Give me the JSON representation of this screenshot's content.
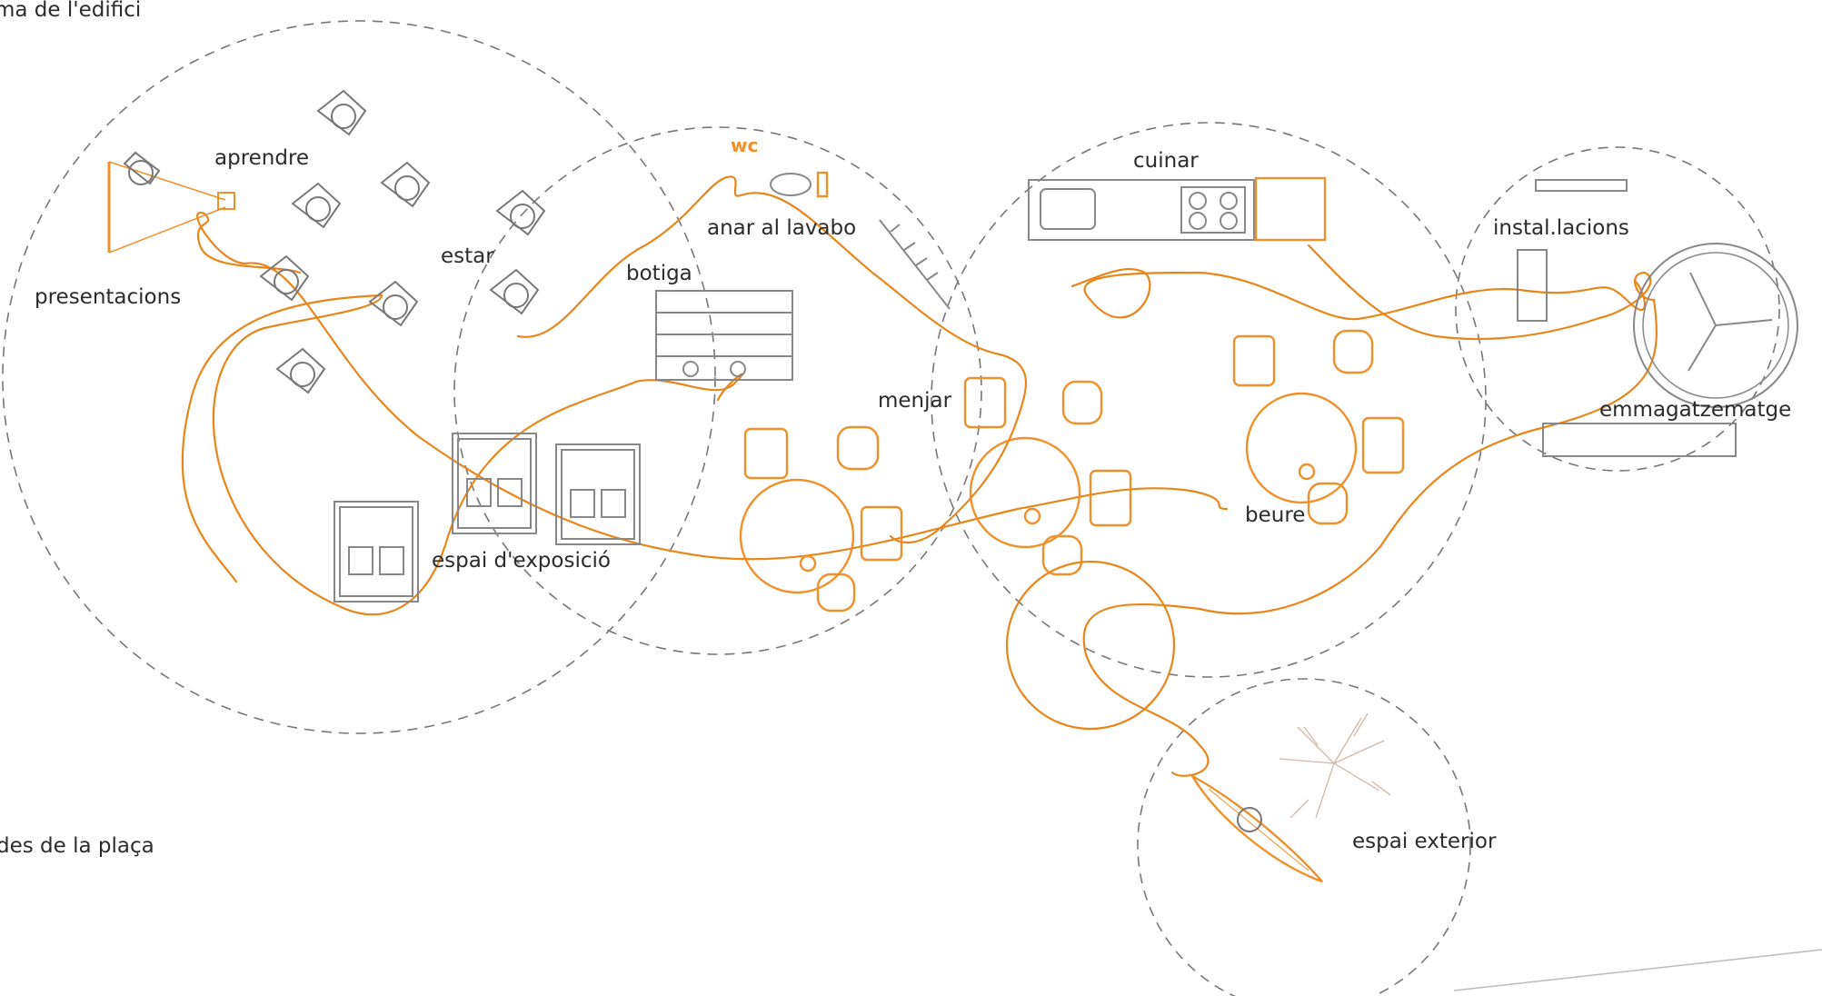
{
  "colors": {
    "accent": "#f0902a",
    "path": "#e8861c",
    "zone_outline": "#777777",
    "text": "#2b2b2b"
  },
  "top_caption": "ma de l'edifici",
  "bottom_caption": "des de la plaça",
  "labels": {
    "aprendre": "aprendre",
    "presentacions": "presentacions",
    "estar": "estar",
    "wc": "wc",
    "anar_al_lavabo": "anar al lavabo",
    "botiga": "botiga",
    "menjar": "menjar",
    "espai_exposicio": "espai d'exposició",
    "cuinar": "cuinar",
    "beure": "beure",
    "instal_lacions": "instal.lacions",
    "emmagatzematge": "emmagatzematge",
    "espai_exterior": "espai exterior"
  },
  "icons": [
    "person-seated-icon",
    "projection-screen-icon",
    "shelving-icon",
    "exhibition-panel-icon",
    "round-table-icon",
    "chair-icon",
    "kitchen-counter-icon",
    "toilet-icon",
    "coat-rack-icon",
    "fan-icon",
    "storage-unit-icon",
    "tree-icon",
    "canoe-icon"
  ]
}
